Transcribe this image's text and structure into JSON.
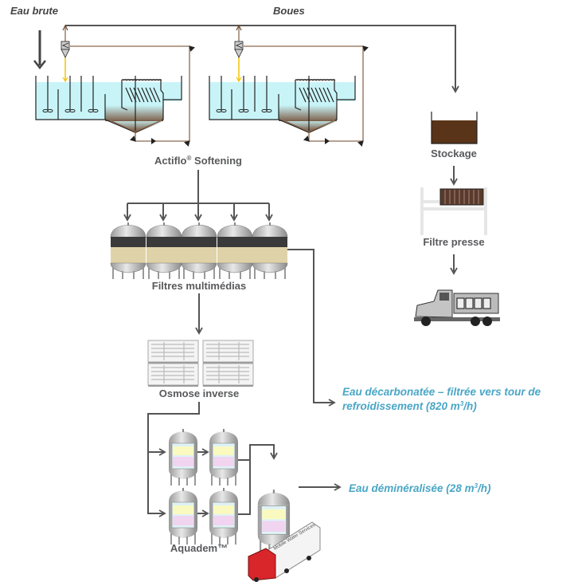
{
  "labels": {
    "raw_water": "Eau brute",
    "sludge": "Boues",
    "actiflo": "Actiflo",
    "actiflo_reg": "®",
    "actiflo_suffix": " Softening",
    "multimedia_filters": "Filtres multimédias",
    "reverse_osmosis": "Osmose inverse",
    "aquadem": "Aquadem™",
    "storage": "Stockage",
    "filter_press": "Filtre presse",
    "mobile_unit_text": "Mobile Water Services"
  },
  "outputs": {
    "decarbonated_line1": "Eau décarbonatée – filtrée vers tour de",
    "decarbonated_line2_a": "refroidissement (820 m",
    "decarbonated_sup": "3",
    "decarbonated_line2_b": "/h)",
    "demineralized_a": "Eau déminéralisée (28 m",
    "demineralized_sup": "3",
    "demineralized_b": "/h)"
  },
  "colors": {
    "output_text": "#4aa6c6",
    "water": "#c8f4f8",
    "sludge": "#5a3418",
    "pipe": "#555555",
    "reagent": "#f2c200"
  }
}
